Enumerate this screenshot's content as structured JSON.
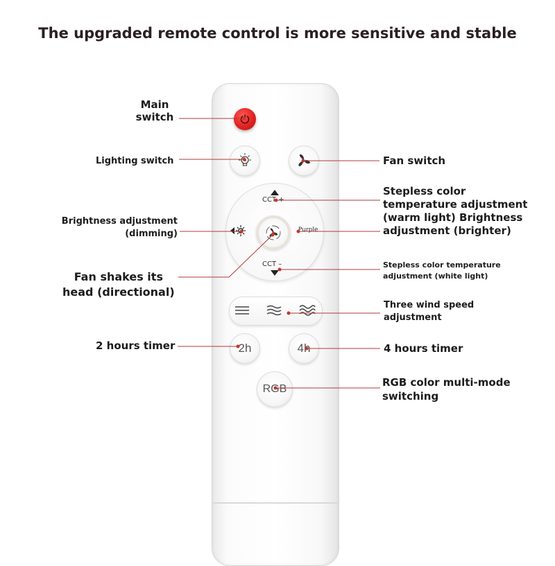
{
  "title": "The upgraded remote control is more sensitive and stable",
  "remote": {
    "cct_plus": "CCT +",
    "cct_minus": "CCT –",
    "purple": "Purple",
    "timer_2h": "2h",
    "timer_4h": "4h",
    "rgb": "RGB"
  },
  "labels": {
    "main_switch_1": "Main",
    "main_switch_2": "switch",
    "lighting_switch": "Lighting switch",
    "fan_switch": "Fan switch",
    "stepless_warm_1": "Stepless color",
    "stepless_warm_2": "temperature adjustment",
    "stepless_warm_3": "(warm light) Brightness",
    "stepless_warm_4": "adjustment (brighter)",
    "brightness_1": "Brightness adjustment",
    "brightness_2": "(dimming)",
    "fan_shakes_1": "Fan shakes its",
    "fan_shakes_2": "head (directional)",
    "stepless_white_1": "Stepless color temperature",
    "stepless_white_2": "adjustment (white light)",
    "wind_1": "Three wind speed",
    "wind_2": "adjustment",
    "timer_2h_label": "2 hours timer",
    "timer_4h_label": "4 hours timer",
    "rgb_1": "RGB color multi-mode",
    "rgb_2": "switching"
  },
  "colors": {
    "leader_line": "#b23a3a",
    "power_button": "#e02222"
  }
}
